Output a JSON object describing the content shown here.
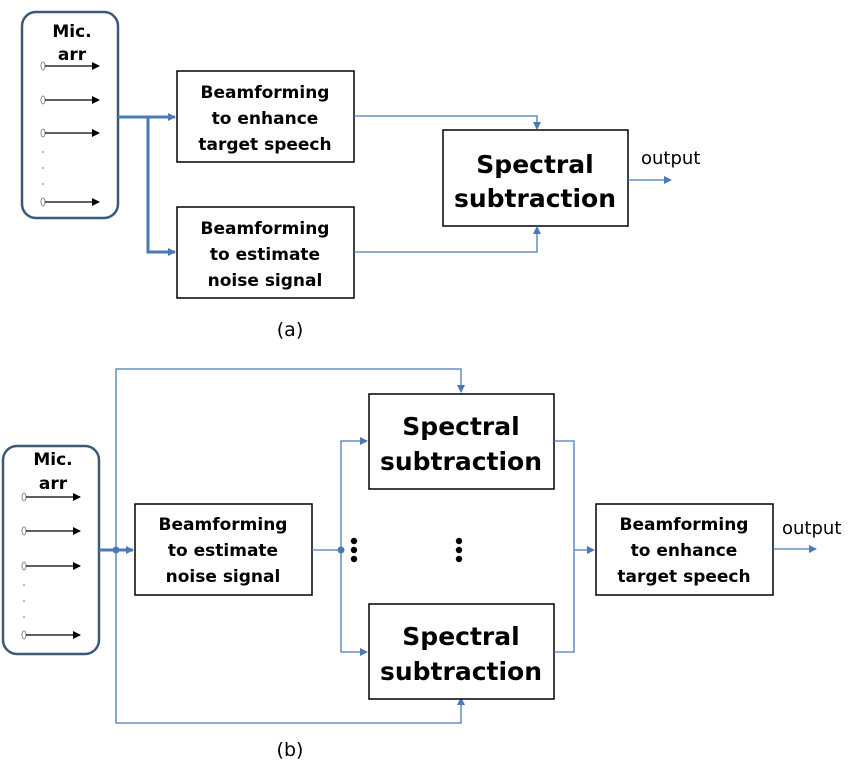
{
  "colors": {
    "line": "#4a79b8",
    "mic_box": "#3b5a7a"
  },
  "diagram_a": {
    "mic_label": [
      "Mic.",
      "arr"
    ],
    "box_enhance": [
      "Beamforming",
      "to enhance",
      "target speech"
    ],
    "box_noise": [
      "Beamforming",
      "to estimate",
      "noise signal"
    ],
    "box_spectral": [
      "Spectral",
      "subtraction"
    ],
    "output_label": "output",
    "caption": "(a)"
  },
  "diagram_b": {
    "mic_label": [
      "Mic.",
      "arr"
    ],
    "box_noise": [
      "Beamforming",
      "to estimate",
      "noise signal"
    ],
    "box_spectral_top": [
      "Spectral",
      "subtraction"
    ],
    "box_spectral_bottom": [
      "Spectral",
      "subtraction"
    ],
    "box_enhance": [
      "Beamforming",
      "to enhance",
      "target speech"
    ],
    "output_label": "output",
    "caption": "(b)"
  }
}
